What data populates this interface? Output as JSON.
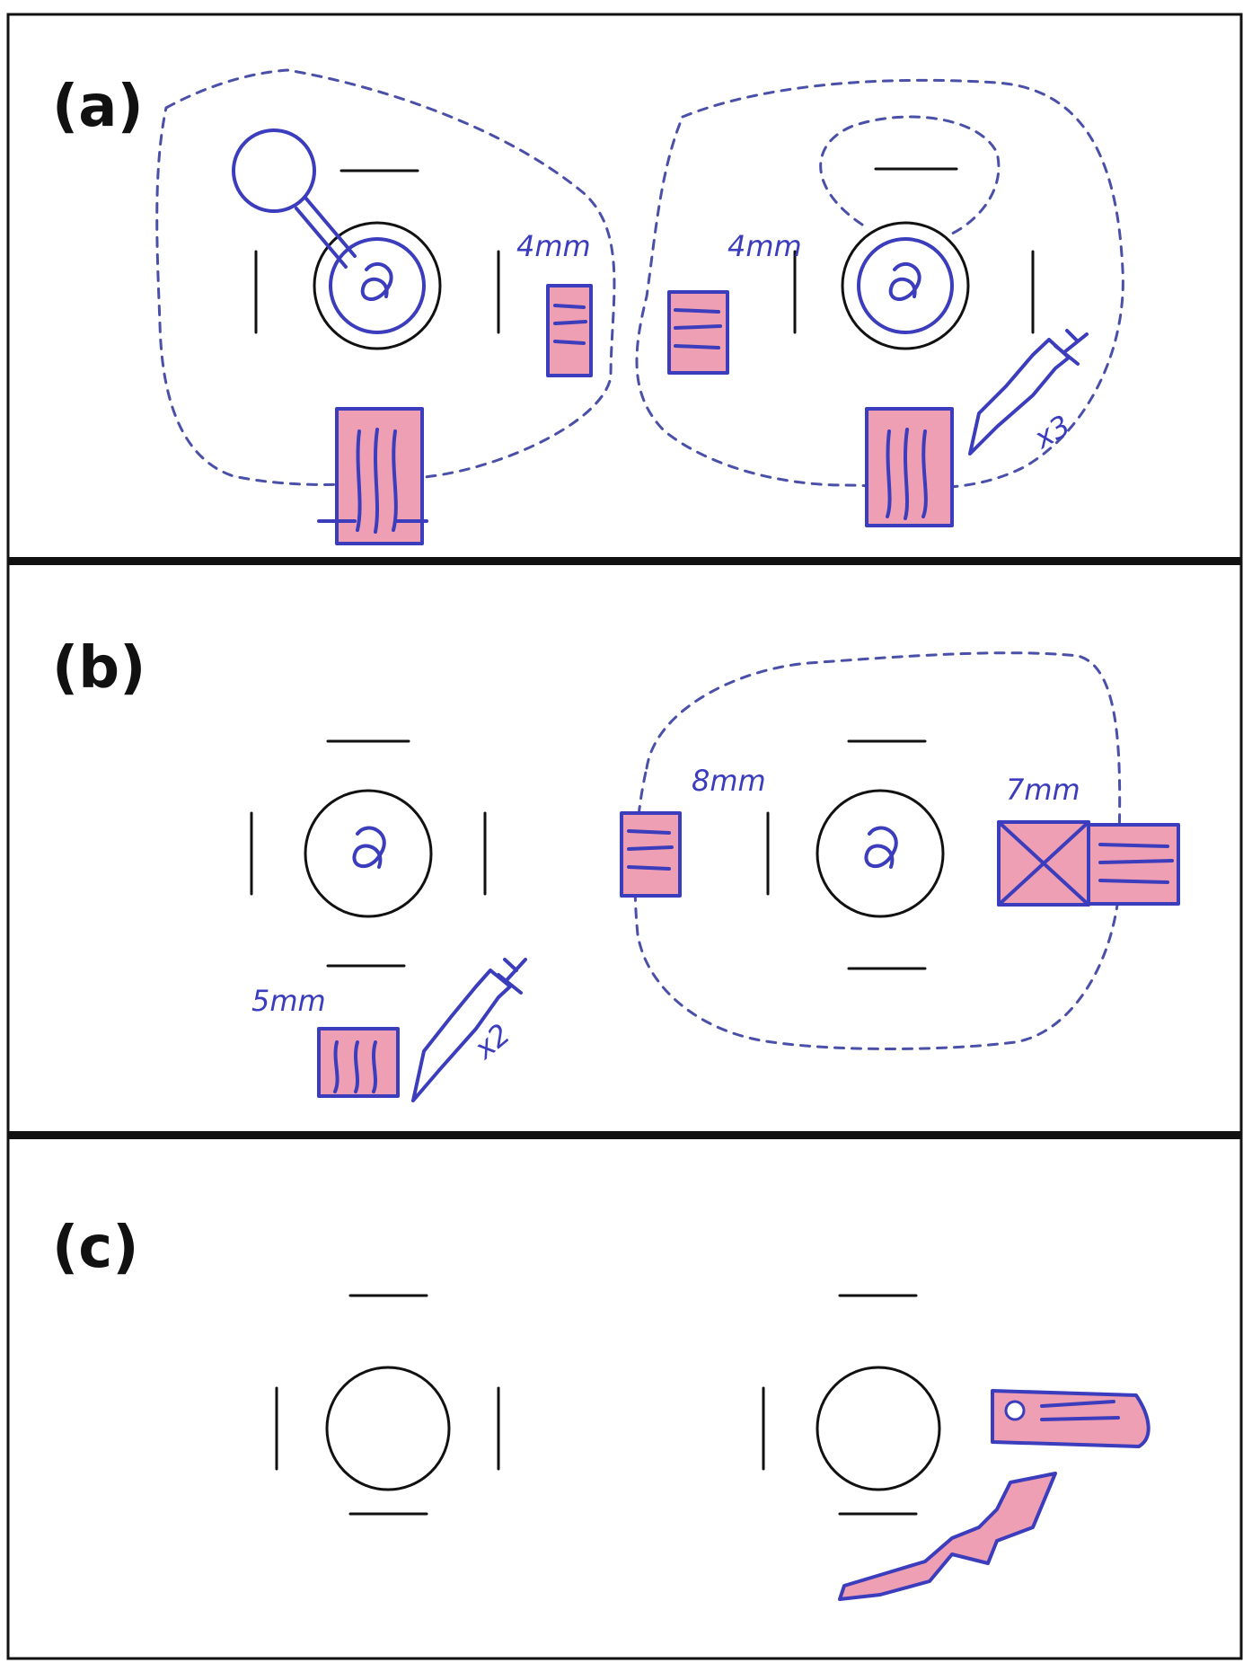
{
  "panels": {
    "a": {
      "label": "(a)",
      "left_flap_size": "4mm",
      "right_flap_size": "4mm",
      "injection_count": "x3"
    },
    "b": {
      "label": "(b)",
      "left_flap_size": "8mm",
      "right_flap_size": "7mm",
      "bottom_flap_size": "5mm",
      "injection_count": "x2"
    },
    "c": {
      "label": "(c)"
    }
  },
  "colors": {
    "ink": "#3b3dbd",
    "tissue": "#ef9fb4",
    "divider": "#111111"
  }
}
